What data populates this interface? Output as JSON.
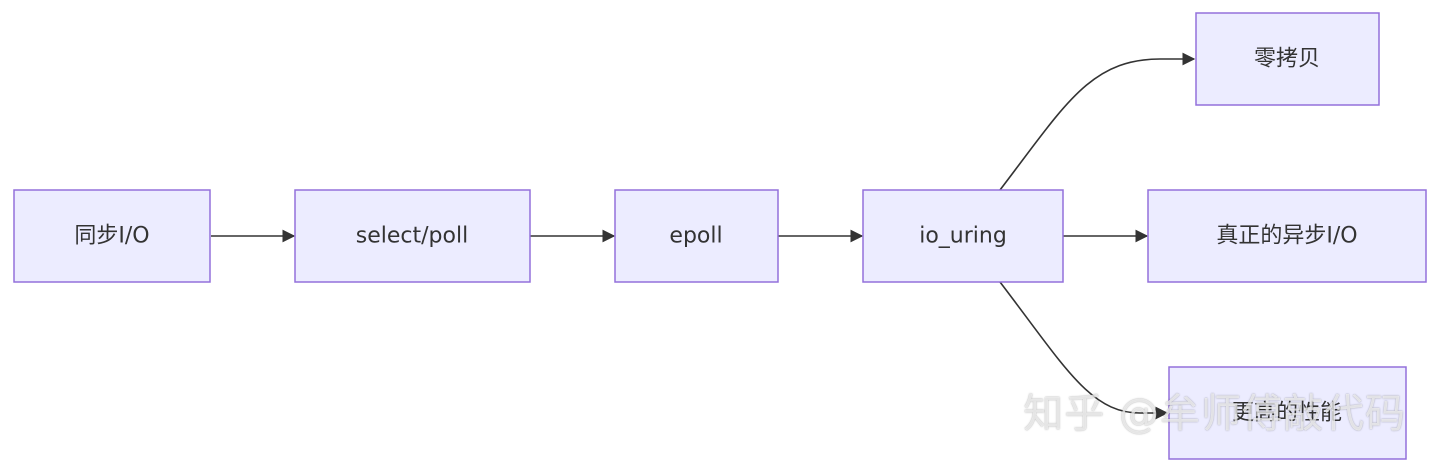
{
  "diagram": {
    "nodes": [
      {
        "id": "sync_io",
        "label": "同步I/O"
      },
      {
        "id": "select_poll",
        "label": "select/poll"
      },
      {
        "id": "epoll",
        "label": "epoll"
      },
      {
        "id": "io_uring",
        "label": "io_uring"
      },
      {
        "id": "zero_copy",
        "label": "零拷贝"
      },
      {
        "id": "true_async",
        "label": "真正的异步I/O"
      },
      {
        "id": "higher_perf",
        "label": "更高的性能"
      }
    ],
    "edges": [
      {
        "from": "sync_io",
        "to": "select_poll"
      },
      {
        "from": "select_poll",
        "to": "epoll"
      },
      {
        "from": "epoll",
        "to": "io_uring"
      },
      {
        "from": "io_uring",
        "to": "zero_copy"
      },
      {
        "from": "io_uring",
        "to": "true_async"
      },
      {
        "from": "io_uring",
        "to": "higher_perf"
      }
    ],
    "colors": {
      "node_fill": "#ececff",
      "node_stroke": "#9370db",
      "edge": "#333333",
      "text": "#333333"
    }
  },
  "watermark": {
    "text": "知乎 @牟师傅敲代码"
  }
}
